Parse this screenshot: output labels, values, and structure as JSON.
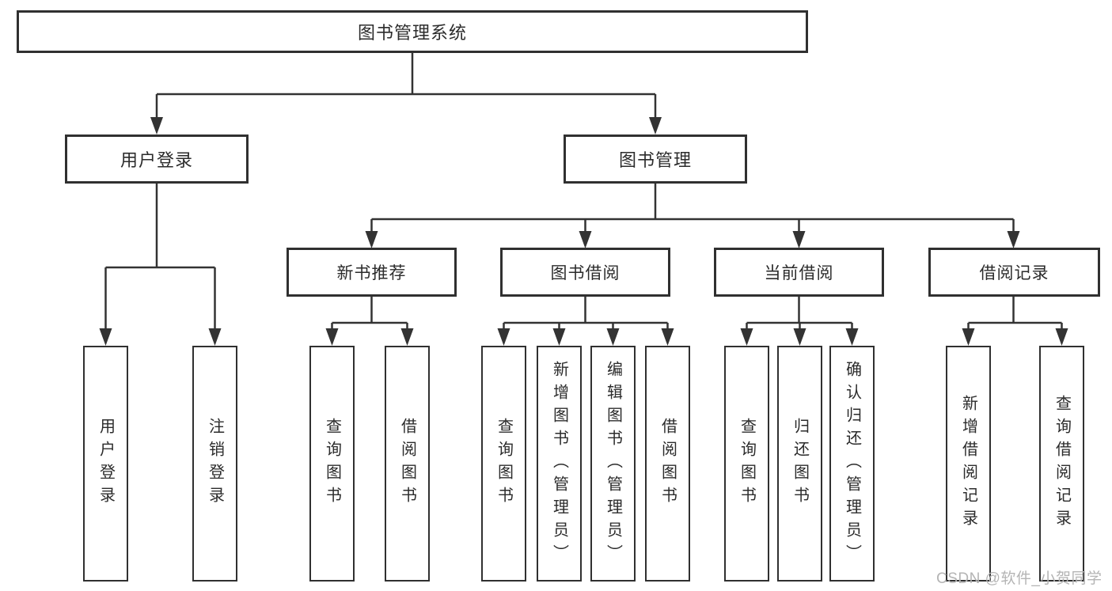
{
  "diagram": {
    "title": "图书管理系统",
    "nodes": {
      "root": "图书管理系统",
      "user_login": "用户登录",
      "book_management": "图书管理",
      "new_book_recommend": "新书推荐",
      "book_borrowing": "图书借阅",
      "current_borrowing": "当前借阅",
      "borrowing_records": "借阅记录",
      "leaf_user_login": "用户登录",
      "leaf_logout": "注销登录",
      "leaf_query_books_recommend": "查询图书",
      "leaf_borrow_books_recommend": "借阅图书",
      "leaf_query_books_borrowing": "查询图书",
      "leaf_add_books_admin": "新增图书（管理员）",
      "leaf_edit_books_admin": "编辑图书（管理员）",
      "leaf_borrow_books_borrowing": "借阅图书",
      "leaf_query_books_current": "查询图书",
      "leaf_return_books": "归还图书",
      "leaf_confirm_return_admin": "确认归还（管理员）",
      "leaf_add_borrow_record": "新增借阅记录",
      "leaf_query_borrow_record": "查询借阅记录"
    },
    "colors": {
      "line": "#333333",
      "border": "#303030",
      "text": "#2b2b2b",
      "background": "#ffffff"
    }
  },
  "watermark": {
    "text": "CSDN @软件_小贺同学",
    "color": "#b4b4b4"
  }
}
